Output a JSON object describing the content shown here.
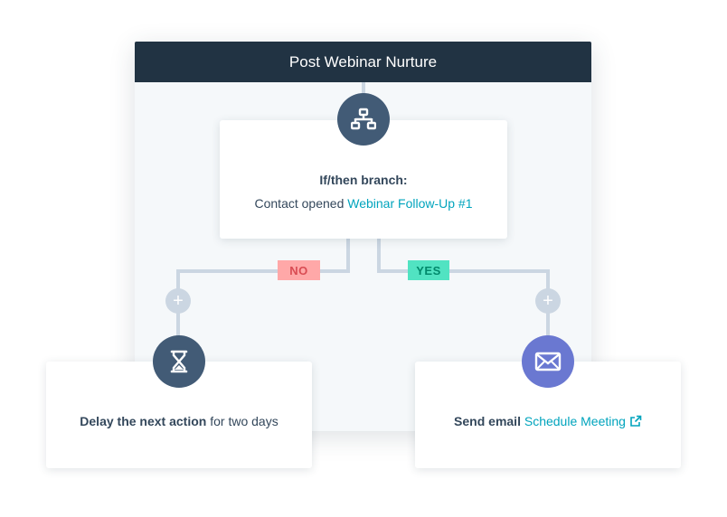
{
  "workflow": {
    "title": "Post Webinar Nurture"
  },
  "branch_card": {
    "title": "If/then branch:",
    "condition_prefix": "Contact opened",
    "condition_link": "Webinar Follow-Up #1",
    "icon": "branch-icon"
  },
  "branches": {
    "no_label": "NO",
    "yes_label": "YES",
    "add_step_symbol": "+"
  },
  "delay_card": {
    "bold_text": "Delay the next action",
    "rest_text": "for two days",
    "icon": "hourglass-icon"
  },
  "email_card": {
    "bold_text": "Send email",
    "link_text": "Schedule Meeting",
    "icon": "envelope-icon",
    "link_icon": "external-link-icon"
  },
  "colors": {
    "header": "#213343",
    "link": "#00a4bd",
    "no_tag": "#ffa8a8",
    "yes_tag": "#51e3c2",
    "dark_circle": "#425b76",
    "email_circle": "#6a78d1",
    "connector": "#cbd6e2"
  }
}
